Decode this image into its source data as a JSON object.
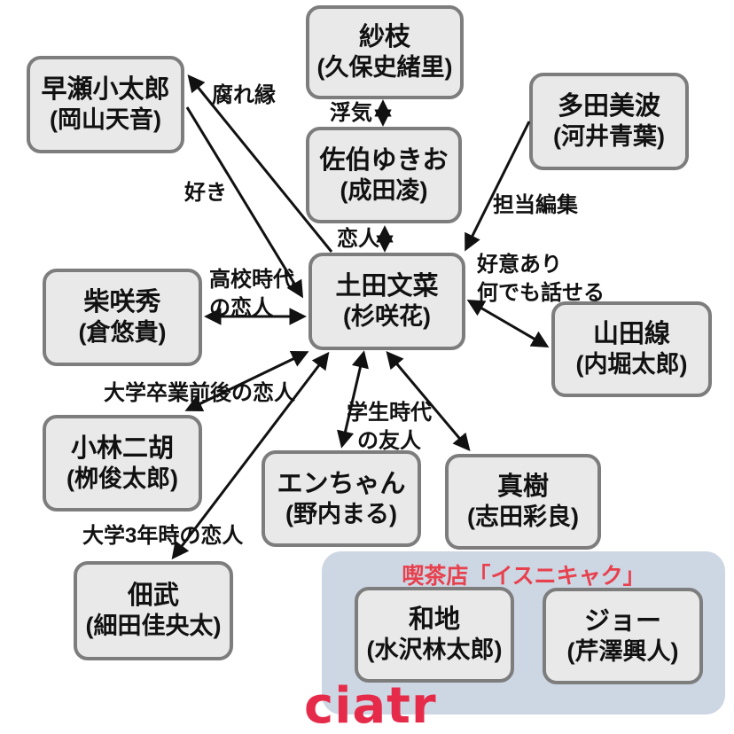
{
  "diagram_title": "relationship-chart",
  "colors": {
    "node_bg": "#e9e9e9",
    "node_border": "#7d7d7d",
    "arrow": "#111111",
    "group_bg": "#cdd6e3",
    "group_title_red": "#e8404d",
    "logo_red": "#e52b49"
  },
  "nodes": {
    "sae": {
      "name": "紗枝",
      "actor": "(久保史緒里)"
    },
    "hayase": {
      "name": "早瀬小太郎",
      "actor": "(岡山天音)"
    },
    "tada": {
      "name": "多田美波",
      "actor": "(河井青葉)"
    },
    "saeki": {
      "name": "佐伯ゆきお",
      "actor": "(成田凌)"
    },
    "tsuchida": {
      "name": "土田文菜",
      "actor": "(杉咲花)"
    },
    "shibasaki": {
      "name": "柴咲秀",
      "actor": "(倉悠貴)"
    },
    "yamada": {
      "name": "山田線",
      "actor": "(内堀太郎)"
    },
    "kobayashi": {
      "name": "小林二胡",
      "actor": "(栁俊太郎)"
    },
    "en_chan": {
      "name": "エンちゃん",
      "actor": "(野内まる)"
    },
    "maki": {
      "name": "真樹",
      "actor": "(志田彩良)"
    },
    "tsukuda": {
      "name": "佃武",
      "actor": "(細田佳央太)"
    },
    "wachi": {
      "name": "和地",
      "actor": "(水沢林太郎)"
    },
    "joe": {
      "name": "ジョー",
      "actor": "(芹澤興人)"
    }
  },
  "labels": {
    "kusareen": "腐れ縁",
    "uwaki": "浮気",
    "suki": "好き",
    "tanto_henshu": "担当編集",
    "koibito": "恋人",
    "koukou_line1": "高校時代",
    "koukou_line2": "の恋人",
    "koui_line1": "好意あり",
    "koui_line2": "何でも話せる",
    "sotsugyou": "大学卒業前後の恋人",
    "gakusei_line1": "学生時代",
    "gakusei_line2": "の友人",
    "daigaku3": "大学3年時の恋人"
  },
  "group": {
    "title": "喫茶店「イスニキャク」"
  },
  "logo_text": "ciatr"
}
